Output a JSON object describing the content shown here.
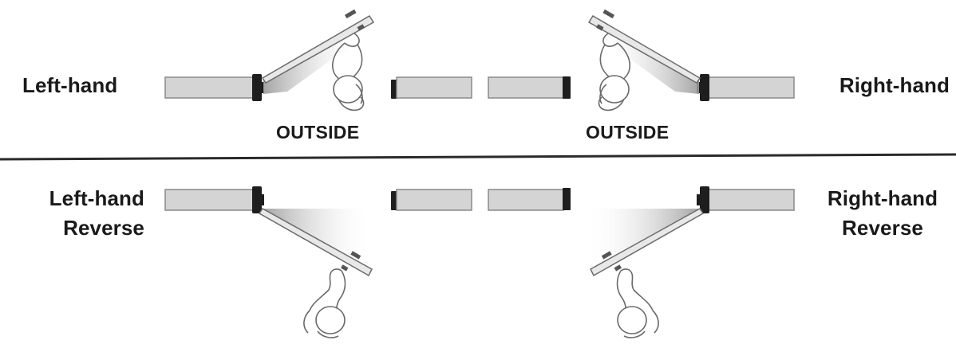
{
  "labels": {
    "left_hand": "Left-hand",
    "right_hand": "Right-hand",
    "left_hand_reverse": [
      "Left-hand",
      "Reverse"
    ],
    "right_hand_reverse": [
      "Right-hand",
      "Reverse"
    ]
  },
  "side_labels": {
    "outside_left": "OUTSIDE",
    "outside_right": "OUTSIDE"
  },
  "colors": {
    "wall_fill": "#d4d4d4",
    "wall_stroke": "#8a8a8a",
    "frame_black": "#1e1e1e",
    "divider": "#2a2a2a",
    "swing_shade": "#bdbdbd",
    "person_stroke": "#6a6a6a"
  }
}
